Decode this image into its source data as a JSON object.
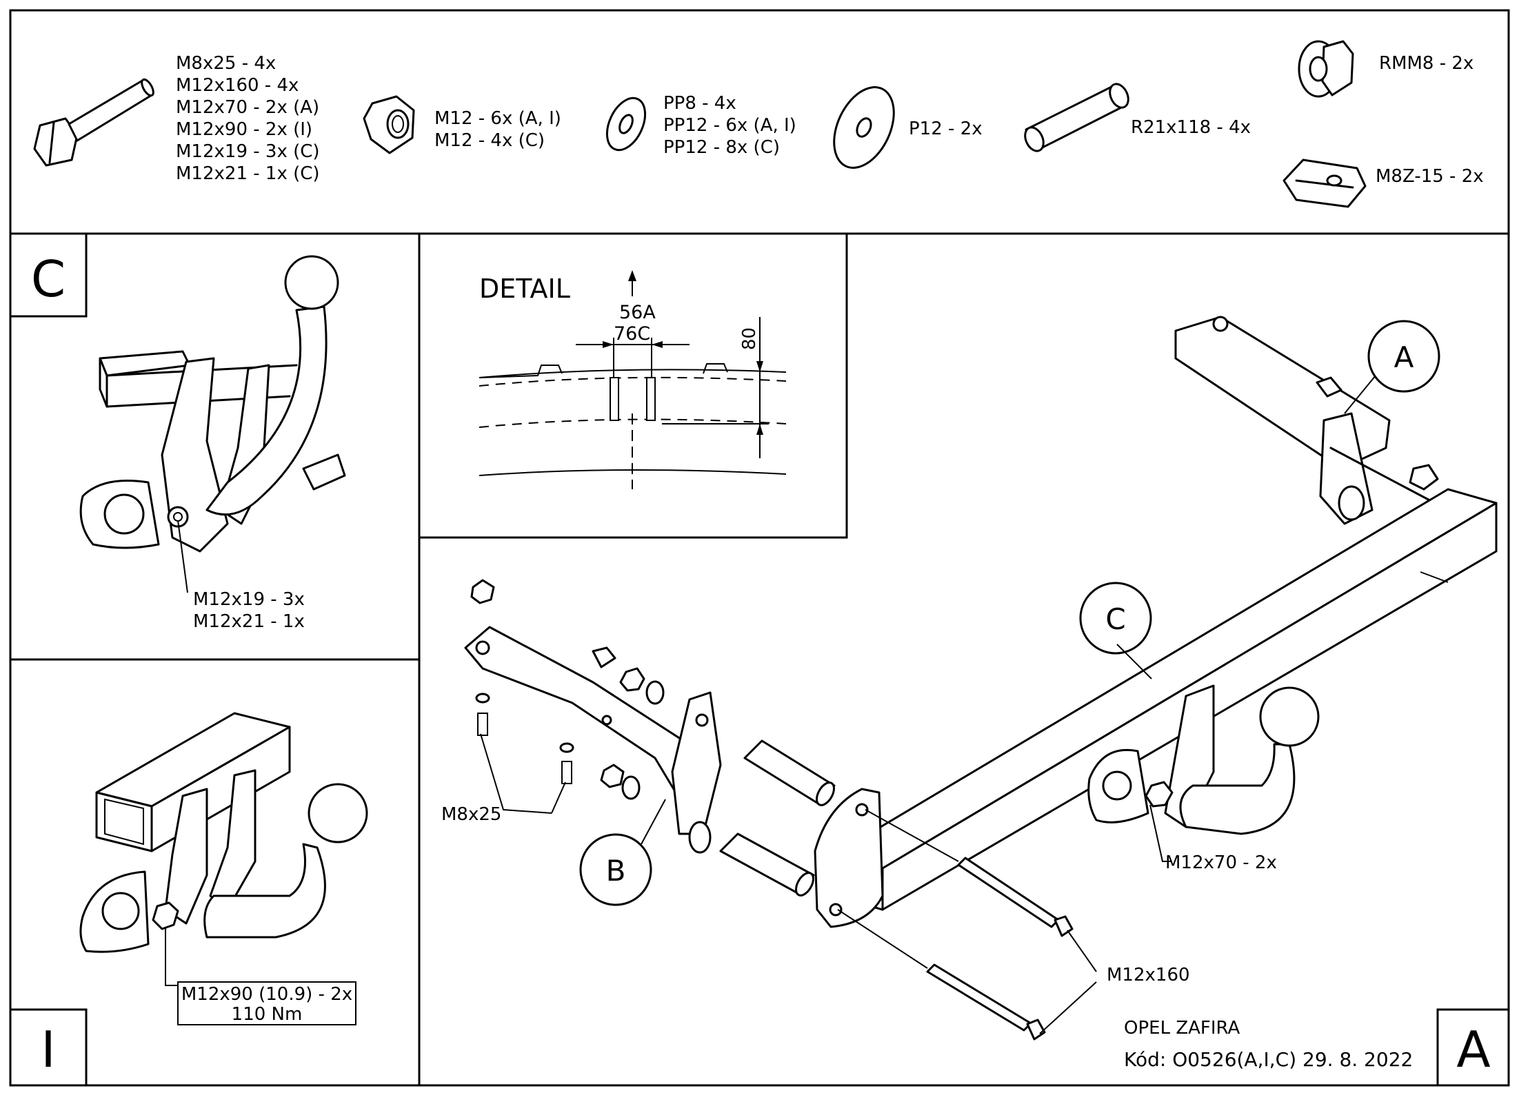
{
  "parts_list": {
    "bolts": [
      "M8x25 - 4x",
      "M12x160 - 4x",
      "M12x70 - 2x (A)",
      "M12x90 - 2x (I)",
      "M12x19 - 3x (C)",
      "M12x21 - 1x (C)"
    ],
    "nuts": [
      "M12 - 6x (A, I)",
      "M12 - 4x (C)"
    ],
    "washers": [
      "PP8 - 4x",
      "PP12 - 6x (A, I)",
      "PP12 - 8x (C)"
    ],
    "large_washer": "P12 - 2x",
    "spacer_tube": "R21x118 - 4x",
    "rivet_nut": "RMM8 - 2x",
    "clip_nut": "M8Z-15 - 2x"
  },
  "panel_c": {
    "letter": "C",
    "callout_lines": [
      "M12x19 - 3x",
      "M12x21 - 1x"
    ]
  },
  "panel_i": {
    "letter": "I",
    "callout_lines": [
      "M12x90 (10.9) - 2x",
      "110 Nm"
    ]
  },
  "detail": {
    "title": "DETAIL",
    "dim_56a": "56A",
    "dim_76c": "76C",
    "dim_80": "80"
  },
  "main_view": {
    "letter": "A",
    "circle_a": "A",
    "circle_b": "B",
    "circle_c": "C",
    "label_m8x25": "M8x25",
    "label_m12x70": "M12x70 - 2x",
    "label_m12x160": "M12x160",
    "vehicle": "OPEL ZAFIRA",
    "code": "Kód: O0526(A,I,C)  29. 8. 2022"
  }
}
